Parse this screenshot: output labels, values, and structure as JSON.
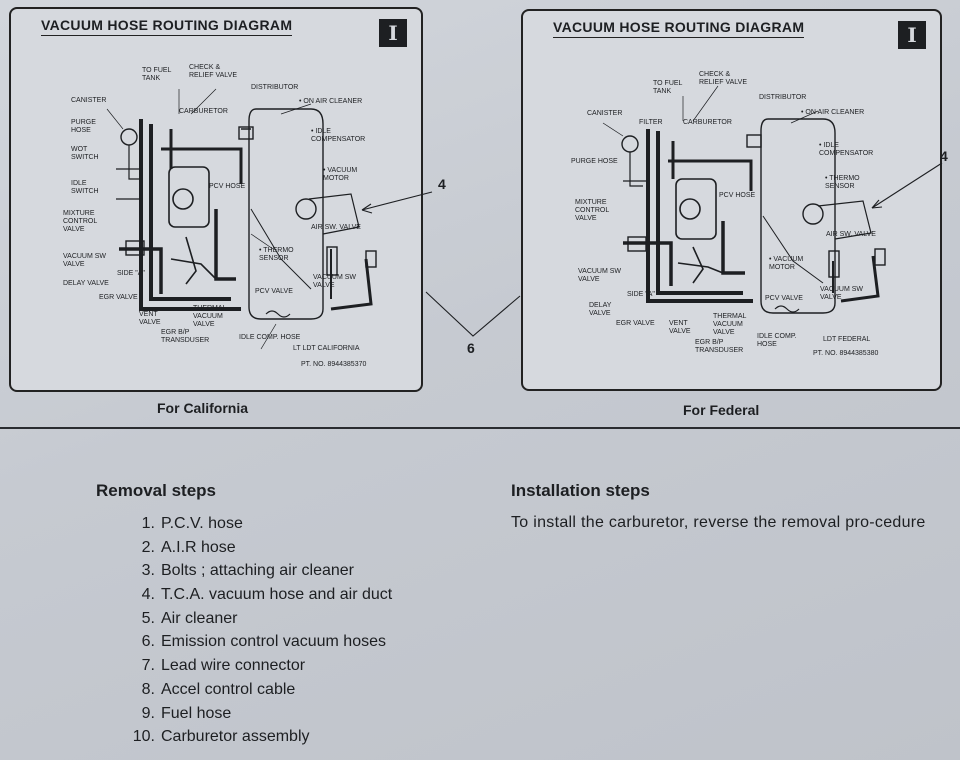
{
  "diagrams": {
    "left": {
      "title": "VACUUM HOSE ROUTING DIAGRAM",
      "caption": "For California",
      "labels": [
        {
          "id": "to-fuel-tank",
          "text": "TO FUEL\nTANK"
        },
        {
          "id": "check-relief",
          "text": "CHECK &\nRELIEF VALVE"
        },
        {
          "id": "distributor",
          "text": "DISTRIBUTOR"
        },
        {
          "id": "on-air-cleaner",
          "text": "• ON AIR CLEANER"
        },
        {
          "id": "canister",
          "text": "CANISTER"
        },
        {
          "id": "carburetor",
          "text": "CARBURETOR"
        },
        {
          "id": "purge-hose",
          "text": "PURGE\nHOSE"
        },
        {
          "id": "idle-compensator",
          "text": "• IDLE\nCOMPENSATOR"
        },
        {
          "id": "wot-switch",
          "text": "WOT\nSWITCH"
        },
        {
          "id": "vacuum-motor",
          "text": "• VACUUM\nMOTOR"
        },
        {
          "id": "idle-switch",
          "text": "IDLE\nSWITCH"
        },
        {
          "id": "pcv-hose",
          "text": "PCV HOSE"
        },
        {
          "id": "mixture-control",
          "text": "MIXTURE\nCONTROL\nVALVE"
        },
        {
          "id": "air-sw-valve",
          "text": "AIR SW. VALVE"
        },
        {
          "id": "vacuum-sw-valve",
          "text": "VACUUM SW\nVALVE"
        },
        {
          "id": "thermo-sensor",
          "text": "• THERMO\nSENSOR"
        },
        {
          "id": "side-a",
          "text": "SIDE \"A\""
        },
        {
          "id": "delay-valve",
          "text": "DELAY VALVE"
        },
        {
          "id": "vacuum-sw-valve-2",
          "text": "VACUUM SW\nVALVE"
        },
        {
          "id": "egr-valve",
          "text": "EGR VALVE"
        },
        {
          "id": "pcv-valve",
          "text": "PCV VALVE"
        },
        {
          "id": "vent-valve",
          "text": "VENT\nVALVE"
        },
        {
          "id": "thermal-vacuum",
          "text": "THERMAL\nVACUUM\nVALVE"
        },
        {
          "id": "egr-bp",
          "text": "EGR B/P\nTRANSDUSER"
        },
        {
          "id": "idle-comp-hose",
          "text": "IDLE COMP. HOSE"
        },
        {
          "id": "lt-ldt",
          "text": "LT LDT CALIFORNIA"
        },
        {
          "id": "part-no",
          "text": "PT. NO. 8944385370"
        }
      ]
    },
    "right": {
      "title": "VACUUM HOSE ROUTING DIAGRAM",
      "caption": "For Federal",
      "labels": [
        {
          "id": "check-relief",
          "text": "CHECK &\nRELIEF VALVE"
        },
        {
          "id": "to-fuel-tank",
          "text": "TO FUEL\nTANK"
        },
        {
          "id": "distributor",
          "text": "DISTRIBUTOR"
        },
        {
          "id": "canister",
          "text": "CANISTER"
        },
        {
          "id": "filter",
          "text": "FILTER"
        },
        {
          "id": "carburetor",
          "text": "CARBURETOR"
        },
        {
          "id": "on-air-cleaner",
          "text": "• ON AIR CLEANER"
        },
        {
          "id": "idle-compensator",
          "text": "• IDLE\nCOMPENSATOR"
        },
        {
          "id": "purge-hose",
          "text": "PURGE HOSE"
        },
        {
          "id": "thermo-sensor",
          "text": "• THERMO\nSENSOR"
        },
        {
          "id": "pcv-hose",
          "text": "PCV HOSE"
        },
        {
          "id": "mixture-control",
          "text": "MIXTURE\nCONTROL\nVALVE"
        },
        {
          "id": "air-sw-valve",
          "text": "AIR SW. VALVE"
        },
        {
          "id": "vacuum-sw-valve",
          "text": "VACUUM SW\nVALVE"
        },
        {
          "id": "vacuum-motor",
          "text": "• VACUUM\nMOTOR"
        },
        {
          "id": "side-a",
          "text": "SIDE \"A\""
        },
        {
          "id": "delay-valve",
          "text": "DELAY\nVALVE"
        },
        {
          "id": "vacuum-sw-valve-2",
          "text": "VACUUM SW\nVALVE"
        },
        {
          "id": "pcv-valve",
          "text": "PCV VALVE"
        },
        {
          "id": "egr-valve",
          "text": "EGR VALVE"
        },
        {
          "id": "vent-valve",
          "text": "VENT\nVALVE"
        },
        {
          "id": "thermal-vacuum",
          "text": "THERMAL\nVACUUM\nVALVE"
        },
        {
          "id": "idle-comp-hose",
          "text": "IDLE COMP.\nHOSE"
        },
        {
          "id": "ldt-federal",
          "text": "LDT FEDERAL"
        },
        {
          "id": "egr-bp",
          "text": "EGR B/P\nTRANSDUSER"
        },
        {
          "id": "part-no",
          "text": "PT. NO. 8944385380"
        }
      ]
    },
    "callouts": {
      "left_4": "4",
      "right_4": "4",
      "center_6": "6"
    }
  },
  "removal": {
    "title": "Removal steps",
    "steps": [
      {
        "num": "1.",
        "text": "P.C.V. hose"
      },
      {
        "num": "2.",
        "text": "A.I.R hose"
      },
      {
        "num": "3.",
        "text": "Bolts ; attaching air cleaner"
      },
      {
        "num": "4.",
        "text": "T.C.A. vacuum hose and air duct"
      },
      {
        "num": "5.",
        "text": "Air cleaner"
      },
      {
        "num": "6.",
        "text": "Emission control vacuum hoses"
      },
      {
        "num": "7.",
        "text": "Lead wire connector"
      },
      {
        "num": "8.",
        "text": "Accel control cable"
      },
      {
        "num": "9.",
        "text": "Fuel hose"
      },
      {
        "num": "10.",
        "text": "Carburetor assembly"
      }
    ]
  },
  "installation": {
    "title": "Installation steps",
    "text": "To install the carburetor, reverse the removal pro-cedure"
  },
  "colors": {
    "ink": "#1d1f22",
    "paper": "#c9cdd3"
  }
}
